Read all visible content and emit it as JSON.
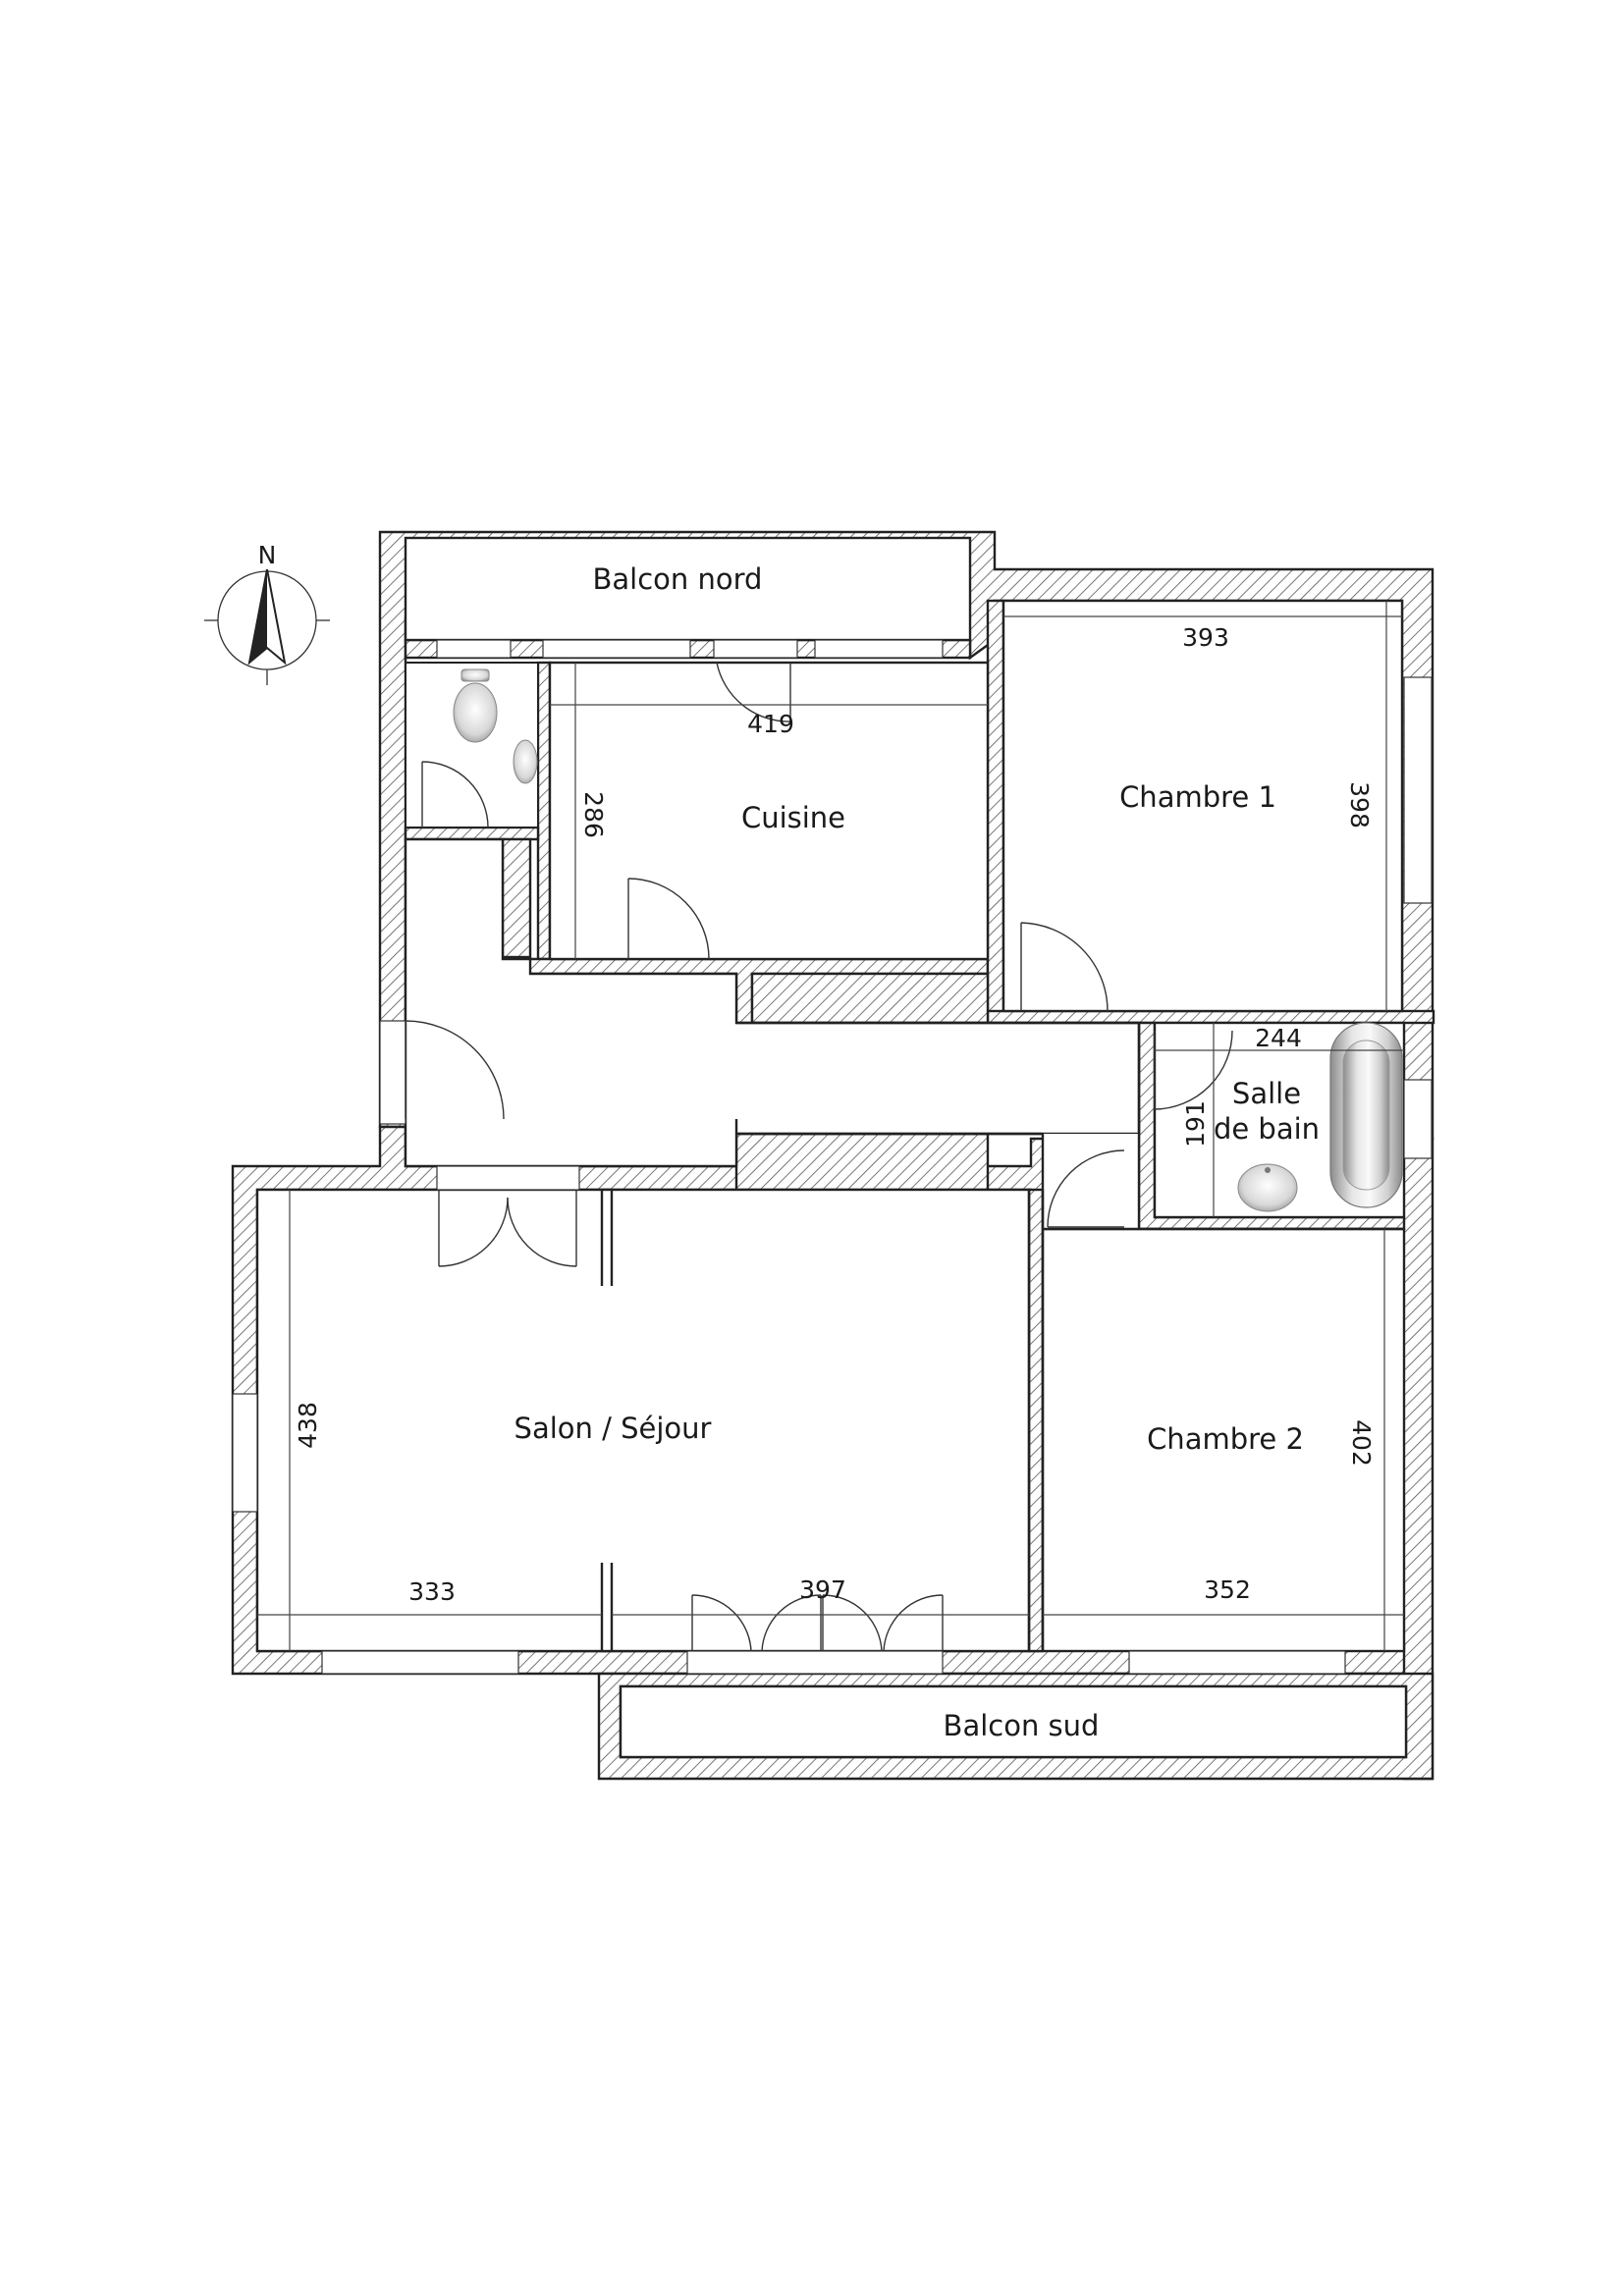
{
  "compass": {
    "label": "N",
    "icon": "north-arrow-icon"
  },
  "rooms": {
    "balcon_nord": "Balcon nord",
    "cuisine": "Cuisine",
    "chambre_1": "Chambre 1",
    "salle_de_bain_line1": "Salle",
    "salle_de_bain_line2": "de bain",
    "salon": "Salon / Séjour",
    "chambre_2": "Chambre 2",
    "balcon_sud": "Balcon sud"
  },
  "dimensions": {
    "cuisine_width": "419",
    "cuisine_depth": "286",
    "chambre1_width": "393",
    "chambre1_depth": "398",
    "sdb_width": "244",
    "sdb_depth": "191",
    "salon_depth": "438",
    "salon_width_left": "333",
    "salon_width_right": "397",
    "chambre2_width": "352",
    "chambre2_depth": "402"
  },
  "fixtures": [
    "toilet-icon",
    "washbasin-icon",
    "bathtub-icon"
  ]
}
